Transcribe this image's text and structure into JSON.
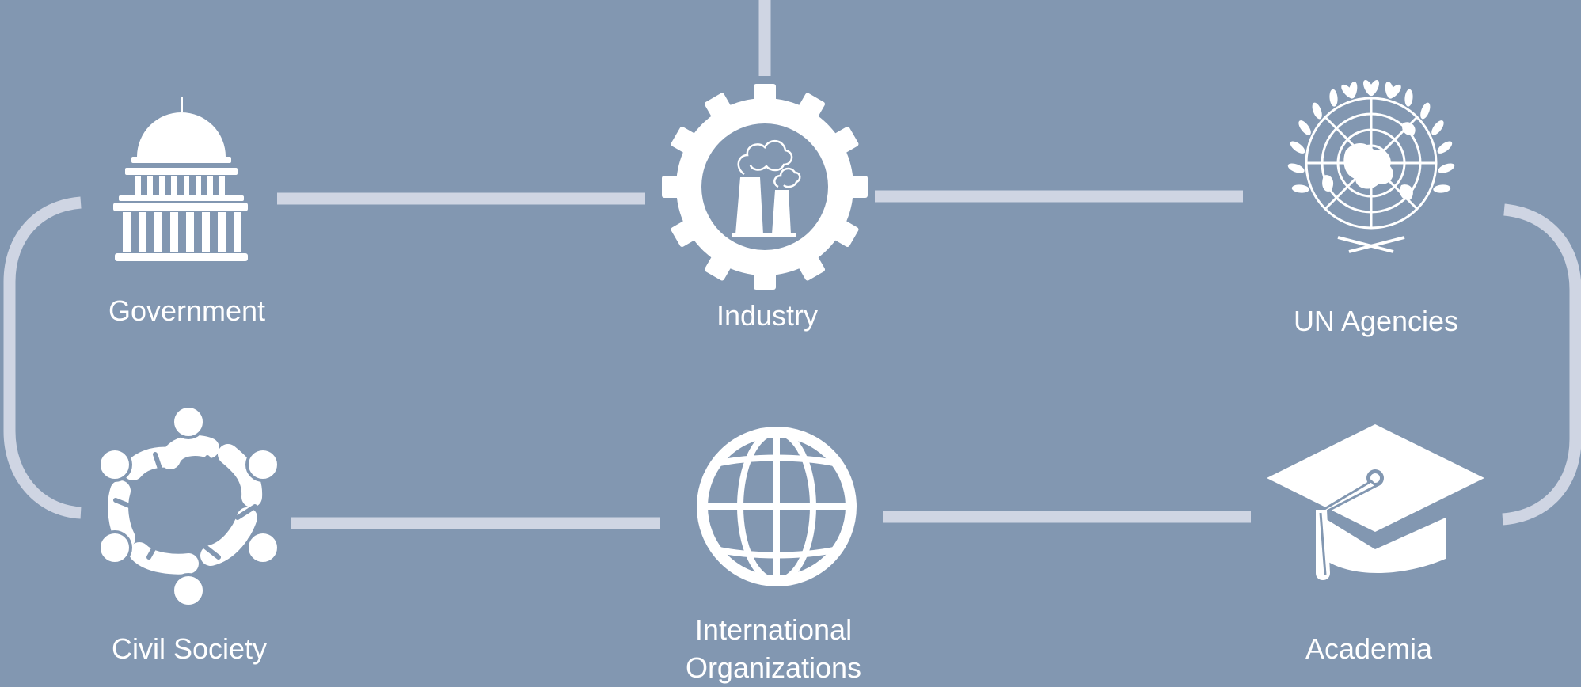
{
  "colors": {
    "background": "#8297b1",
    "connector": "#cfd5e3",
    "icon": "#ffffff"
  },
  "nodes": {
    "government": {
      "label": "Government",
      "icon": "capitol-building-icon"
    },
    "industry": {
      "label": "Industry",
      "icon": "gear-factory-icon"
    },
    "un_agencies": {
      "label": "UN Agencies",
      "icon": "un-emblem-icon"
    },
    "civil_society": {
      "label": "Civil Society",
      "icon": "people-circle-icon"
    },
    "international_organizations": {
      "label": "International Organizations",
      "icon": "globe-icon"
    },
    "academia": {
      "label": "Academia",
      "icon": "graduation-cap-icon"
    }
  }
}
